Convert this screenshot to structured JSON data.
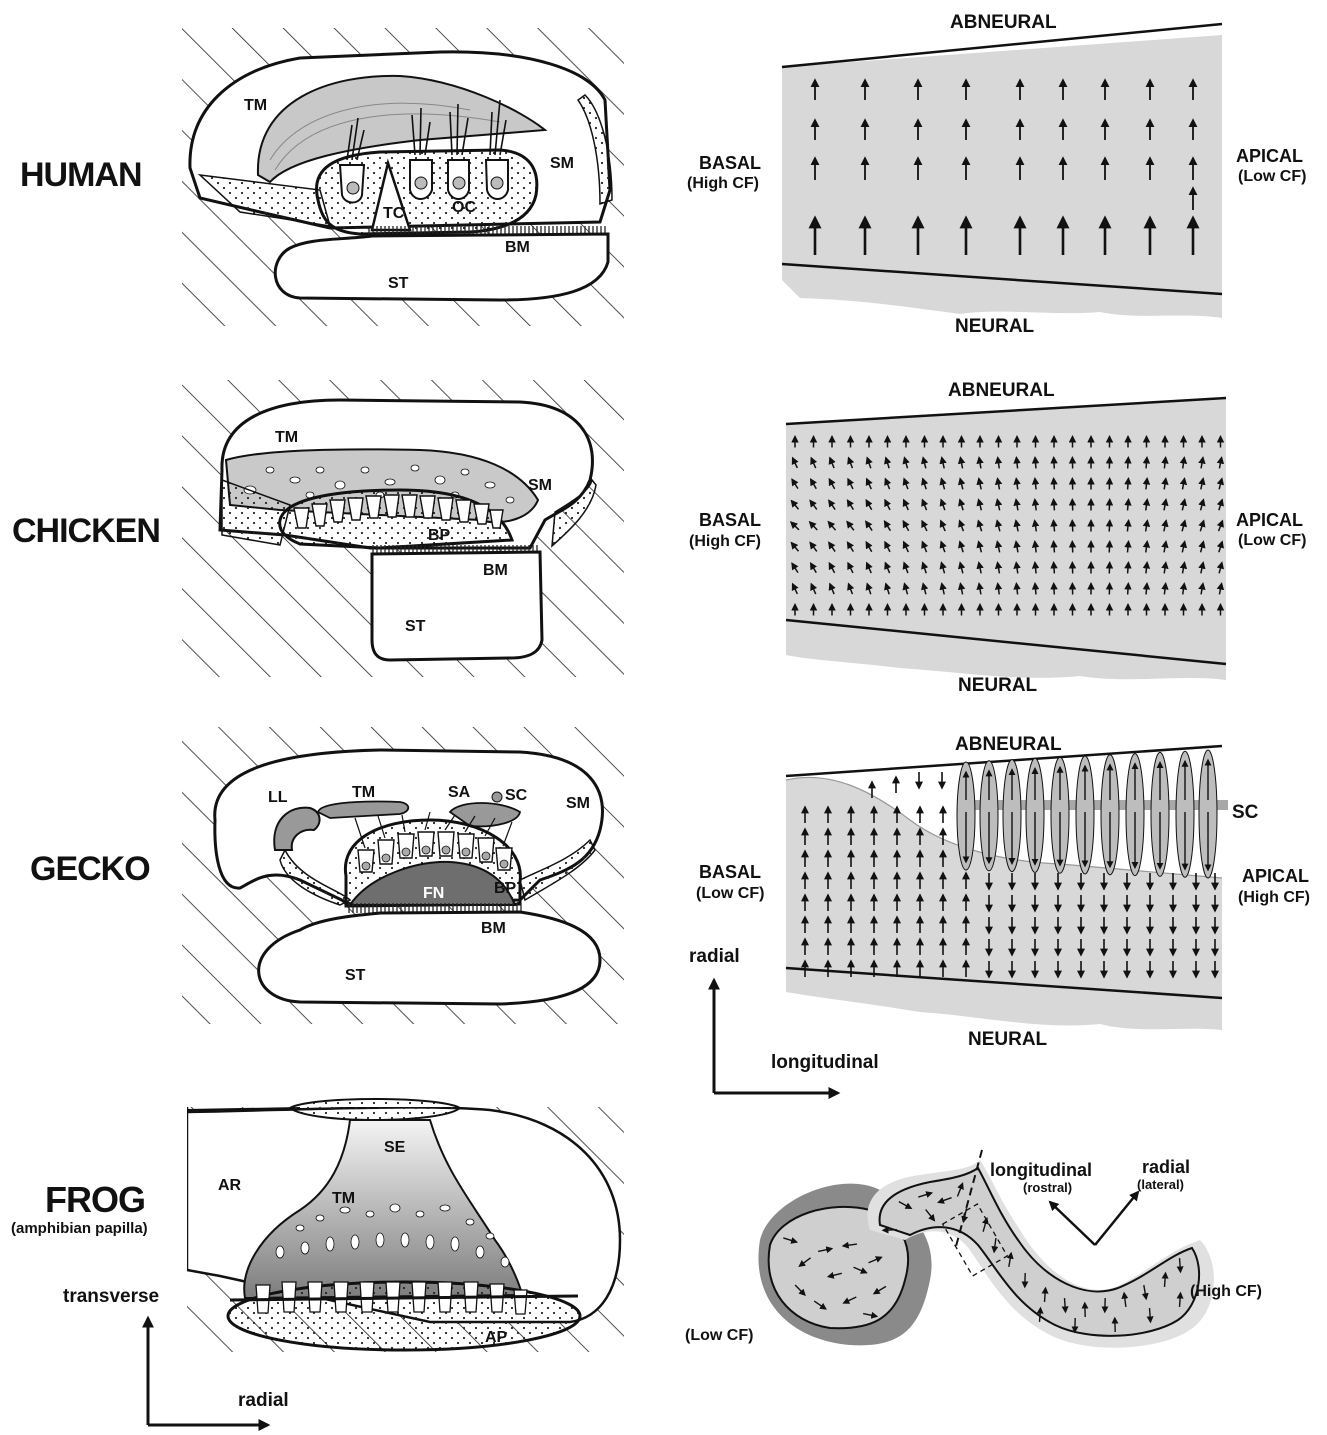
{
  "species": {
    "human": "HUMAN",
    "chicken": "CHICKEN",
    "gecko": "GECKO",
    "frog": "FROG",
    "frog_sub": "(amphibian papilla)"
  },
  "labels": {
    "human": {
      "TM": "TM",
      "SM": "SM",
      "TC": "TC",
      "OC": "OC",
      "BM": "BM",
      "ST": "ST"
    },
    "chicken": {
      "TM": "TM",
      "SM": "SM",
      "BP": "BP",
      "BM": "BM",
      "ST": "ST"
    },
    "gecko": {
      "LL": "LL",
      "TM": "TM",
      "SA": "SA",
      "SC": "SC",
      "SM": "SM",
      "FN": "FN",
      "BP": "BP",
      "BM": "BM",
      "ST": "ST"
    },
    "frog": {
      "SE": "SE",
      "AR": "AR",
      "TM": "TM",
      "AP": "AP"
    }
  },
  "maps": {
    "abneural": "ABNEURAL",
    "neural": "NEURAL",
    "basal": "BASAL",
    "apical": "APICAL",
    "high_cf": "(High CF)",
    "low_cf": "(Low CF)",
    "sc": "SC"
  },
  "axes": {
    "radial": "radial",
    "longitudinal": "longitudinal",
    "transverse": "transverse",
    "rostral": "(rostral)",
    "lateral": "(lateral)",
    "frog_low": "(Low CF)",
    "frog_high": "(High CF)"
  },
  "colors": {
    "hatch": "#222222",
    "field": "#d9d9d9",
    "dark_tissue": "#707070",
    "tm_gray": "#b0b0b0",
    "frog_dark": "#888888",
    "frog_light": "#cfcfcf"
  }
}
